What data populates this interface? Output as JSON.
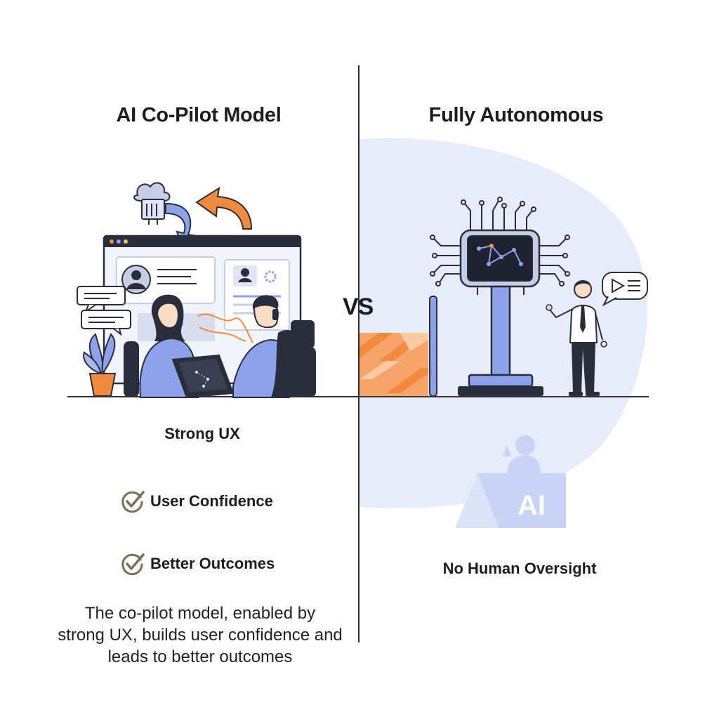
{
  "left": {
    "title": "AI Co-Pilot Model",
    "strong_ux": "Strong UX",
    "benefits": [
      {
        "icon": "check-circle-icon",
        "label": "User Confidence"
      },
      {
        "icon": "check-circle-icon",
        "label": "Better Outcomes"
      }
    ],
    "description_lines": [
      "The co-pilot model, enabled by",
      "strong UX, builds user confidence and",
      "leads to better outcomes"
    ]
  },
  "divider": {
    "vs_text": "VS"
  },
  "right": {
    "title": "Fully Autonomous",
    "ai_badge": "AI",
    "oversight_label": "No Human Oversight"
  },
  "colors": {
    "accent_blue": "#8ea2ec",
    "accent_orange": "#f08a3e",
    "dark": "#2a2e3c",
    "check": "#7a6e52",
    "panel_bg": "#e5eafa"
  }
}
